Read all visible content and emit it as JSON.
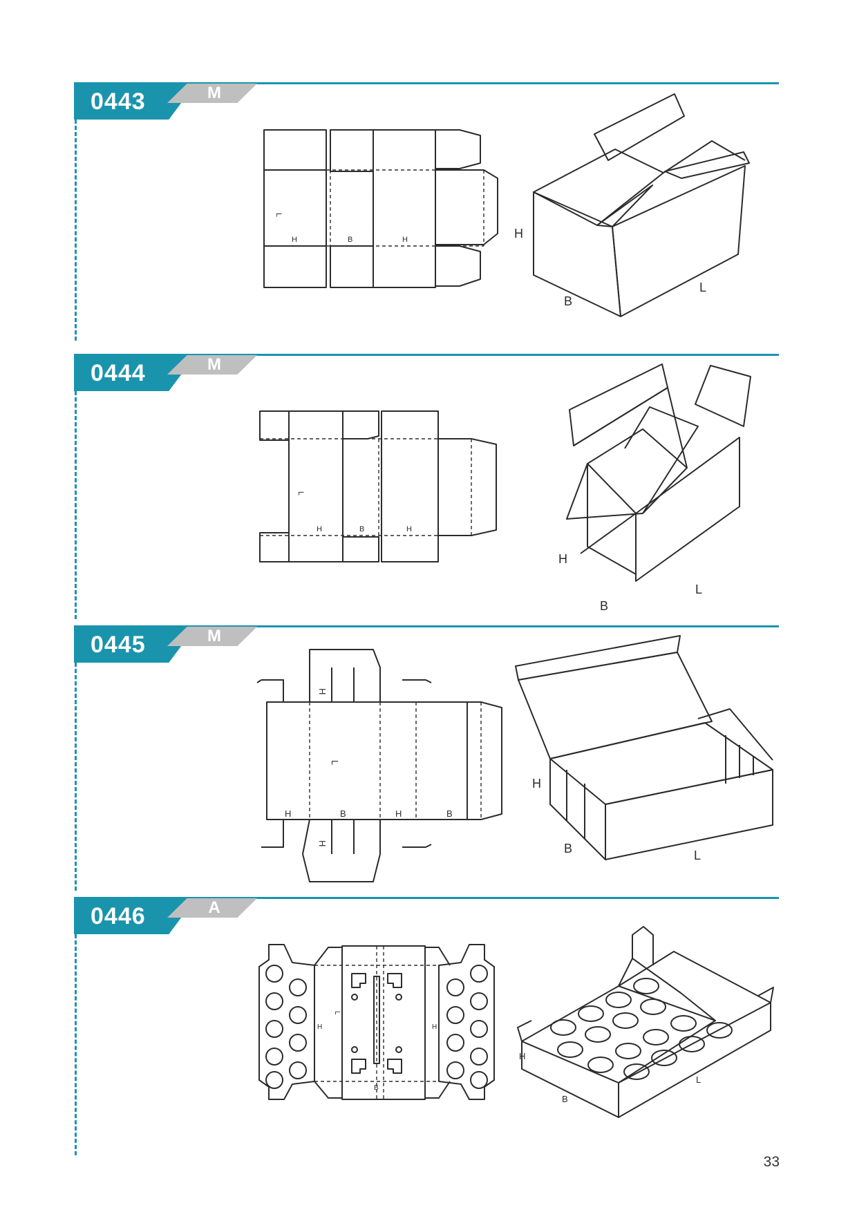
{
  "sections": [
    {
      "code": "0443",
      "type": "M",
      "flat_labels": {
        "l": "L",
        "h1": "H",
        "b": "B",
        "h2": "H"
      },
      "box_labels": {
        "h": "H",
        "b": "B",
        "l": "L"
      }
    },
    {
      "code": "0444",
      "type": "M",
      "flat_labels": {
        "l": "L",
        "h1": "H",
        "b": "B",
        "h2": "H"
      },
      "box_labels": {
        "h": "H",
        "b": "B",
        "l": "L"
      }
    },
    {
      "code": "0445",
      "type": "M",
      "flat_labels": {
        "l": "L",
        "h1": "H",
        "b1": "B",
        "h2": "H",
        "b2": "B",
        "h_top": "H",
        "h_bottom": "H"
      },
      "box_labels": {
        "h": "H",
        "b": "B",
        "l": "L"
      }
    },
    {
      "code": "0446",
      "type": "A",
      "flat_labels": {
        "l": "L",
        "h1": "H",
        "h2": "H",
        "b": "B"
      },
      "box_labels": {
        "h": "H",
        "b": "B",
        "l": "L"
      }
    }
  ],
  "page_number": "33",
  "colors": {
    "accent": "#1a94ad",
    "tab_gray": "#bfbfbf",
    "line": "#2b2b2b"
  }
}
